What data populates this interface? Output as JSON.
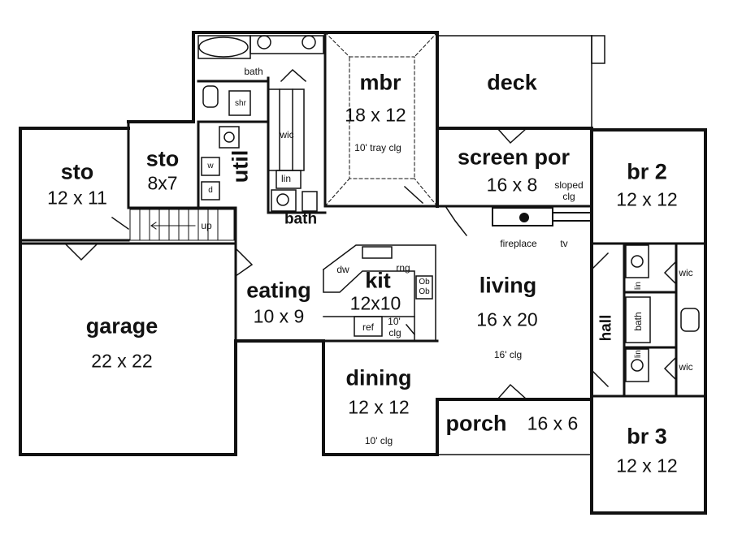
{
  "rooms": {
    "sto_left": {
      "name": "sto",
      "size": "12 x 11"
    },
    "sto_small": {
      "name": "sto",
      "size": "8x7"
    },
    "garage": {
      "name": "garage",
      "size": "22 x 22"
    },
    "util": {
      "name": "util",
      "w": "w",
      "d": "d"
    },
    "mbr": {
      "name": "mbr",
      "size": "18 x 12",
      "note": "10' tray clg"
    },
    "master_bath": {
      "name": "bath",
      "shr": "shr",
      "wic": "wic",
      "lin": "lin"
    },
    "half_bath": {
      "name": "bath"
    },
    "stairs": {
      "label": "up"
    },
    "deck": {
      "name": "deck"
    },
    "screen_porch": {
      "name": "screen por",
      "size": "16 x 8",
      "note1": "sloped",
      "note2": "clg"
    },
    "eating": {
      "name": "eating",
      "size": "10 x 9"
    },
    "kitchen": {
      "name": "kit",
      "size": "12x10",
      "dw": "dw",
      "rng": "rng",
      "ref": "ref",
      "ceil1": "10'",
      "ceil2": "clg",
      "ob1": "Ob",
      "ob2": "Ob"
    },
    "living": {
      "name": "living",
      "size": "16 x 20",
      "note": "16' clg",
      "fireplace": "fireplace",
      "tv": "tv"
    },
    "dining": {
      "name": "dining",
      "size": "12 x 12",
      "note": "10' clg"
    },
    "porch": {
      "name": "porch",
      "size": "16 x 6"
    },
    "br2": {
      "name": "br 2",
      "size": "12 x 12",
      "wic": "wic"
    },
    "br3": {
      "name": "br 3",
      "size": "12 x 12",
      "wic": "wic"
    },
    "hall": {
      "name": "hall"
    },
    "hall_bath": {
      "name": "bath",
      "lin": "lin"
    }
  }
}
